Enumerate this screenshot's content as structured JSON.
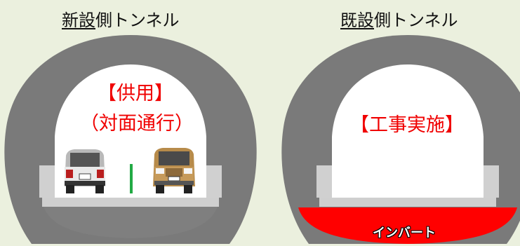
{
  "left_tunnel": {
    "title_underlined": "新設",
    "title_rest": "側トンネル",
    "status_label": "【供用】",
    "traffic_label": "（対面通行）"
  },
  "right_tunnel": {
    "title_underlined": "既設",
    "title_rest": "側トンネル",
    "status_label": "【工事実施】",
    "invert_label": "インバート"
  },
  "colors": {
    "background": "#ebf0de",
    "lining": "#7a7a7a",
    "interior": "#ffffff",
    "road": "#c8c8c8",
    "invert": "#ff0000",
    "label_red": "#f00000",
    "center_line": "#22aa44"
  }
}
